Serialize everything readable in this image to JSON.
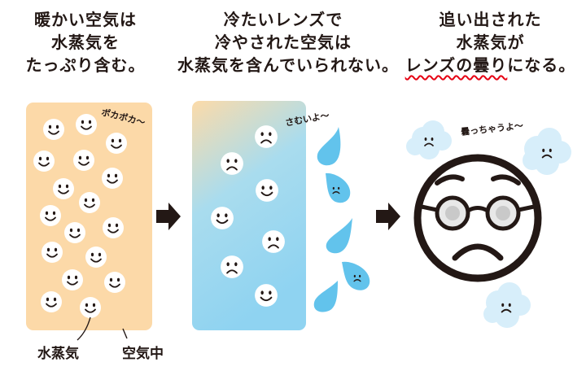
{
  "panels": [
    {
      "lines": [
        "暖かい空気は",
        "水蒸気を",
        "たっぷり含む。"
      ]
    },
    {
      "lines": [
        "冷たいレンズで",
        "冷やされた空気は",
        "水蒸気を含んでいられない。"
      ]
    },
    {
      "lines": [
        "追い出された",
        "水蒸気が"
      ],
      "emph": "レンズの曇り",
      "tail": "になる。"
    }
  ],
  "labels": {
    "vapor": "水蒸気",
    "air": "空気中"
  },
  "notes": {
    "pokapoka": "ポカポカ〜",
    "samui": "さむいよ〜",
    "kumoru": "曇っちゃうよ〜"
  },
  "colors": {
    "warm": "#fcd9a8",
    "cool_top": "#fcdba9",
    "cool_bottom": "#8fd3f1",
    "drop": "#62c3ec",
    "cloud": "#d7eefa",
    "ink": "#231815",
    "emph_underline": "#e60012"
  }
}
